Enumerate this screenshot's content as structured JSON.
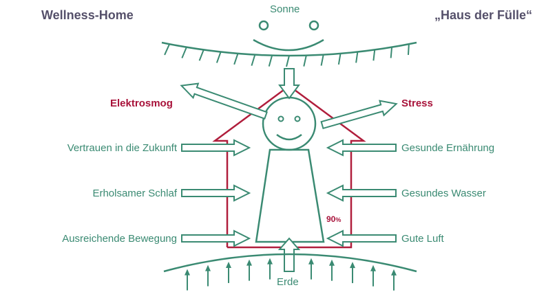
{
  "header": {
    "left_title": "Wellness-Home",
    "right_title": "„Haus der Fülle“"
  },
  "sun_label": "Sonne",
  "earth_label": "Erde",
  "outgoing": {
    "left": "Elektrosmog",
    "right": "Stress"
  },
  "incoming_left": [
    "Vertrauen in die Zukunft",
    "Erholsamer Schlaf",
    "Ausreichende Bewegung"
  ],
  "incoming_right": [
    "Gesunde Ernährung",
    "Gesundes Wasser",
    "Gute Luft"
  ],
  "percent": {
    "value": "90",
    "unit": "%"
  },
  "colors": {
    "green": "#3a8a72",
    "red": "#a8123a",
    "title": "#55506a"
  }
}
